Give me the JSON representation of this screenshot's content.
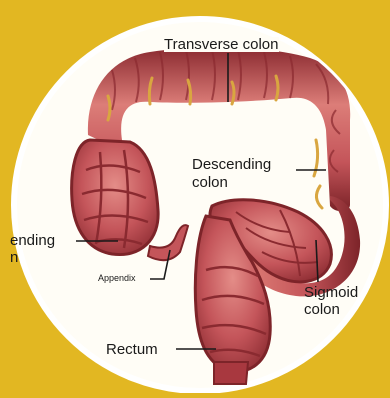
{
  "labels": {
    "transverse": "Transverse colon",
    "descending_1": "Descending",
    "descending_2": "colon",
    "ascending_1": "ending",
    "ascending_2": "n",
    "appendix": "Appendix",
    "sigmoid_1": "Sigmoid",
    "sigmoid_2": "colon",
    "rectum": "Rectum"
  },
  "colors": {
    "background": "#e2b722",
    "circle_fill": "#fffdf6",
    "circle_ring": "#ffffff",
    "colon_outer": "#c4555a",
    "colon_inner": "#a8383f",
    "colon_highlight": "#e18a86",
    "colon_shadow": "#7d2429",
    "vessel": "#d9a640",
    "leader_line": "#1a1a1a"
  }
}
